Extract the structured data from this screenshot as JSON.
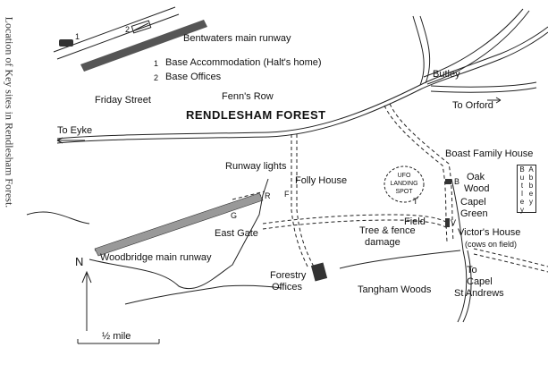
{
  "caption": "Location of Key sites in Rendlesham Forest.",
  "legend": {
    "item1_num": "1",
    "item1_text": "Base Accommodation (Halt's home)",
    "item2_num": "2",
    "item2_text": "Base Offices"
  },
  "labels": {
    "bentwaters_runway": "Bentwaters main runway",
    "friday_street": "Friday Street",
    "fenns_row": "Fenn's Row",
    "forest": "RENDLESHAM FOREST",
    "to_eyke": "To Eyke",
    "butley": "Butley",
    "to_orford": "To Orford",
    "boast_house": "Boast Family House",
    "oak_wood_line1": "Oak",
    "oak_wood_line2": "Wood",
    "runway_lights": "Runway lights",
    "folly_house": "Folly House",
    "ufo_line1": "UFO",
    "ufo_line2": "LANDING",
    "ufo_line3": "SPOT",
    "capel_green_line1": "Capel",
    "capel_green_line2": "Green",
    "field": "Field",
    "tree_damage_line1": "Tree & fence",
    "tree_damage_line2": "damage",
    "east_gate": "East Gate",
    "victors_house": "Victor's House",
    "cows": "(cows on field)",
    "woodbridge_runway": "Woodbridge main runway",
    "forestry_line1": "Forestry",
    "forestry_line2": "Offices",
    "tangham": "Tangham Woods",
    "to_capel_line1": "To",
    "to_capel_line2": "Capel",
    "to_capel_line3": "St Andrews",
    "north": "N",
    "scale": "½ mile",
    "abbey_letters": [
      "B",
      "u",
      "t",
      "l",
      "e",
      "y",
      "",
      "A",
      "b",
      "b",
      "e",
      "y"
    ],
    "marker_r": "R",
    "marker_f": "F",
    "marker_g": "G",
    "marker_b": "B",
    "marker_v": "V",
    "marker_t": "T"
  }
}
